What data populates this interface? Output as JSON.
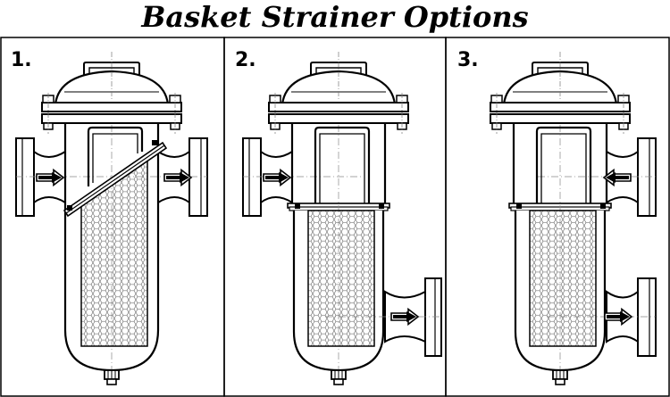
{
  "title": "Basket Strainer Options",
  "panels": [
    {
      "number": "1."
    },
    {
      "number": "2."
    },
    {
      "number": "3."
    }
  ]
}
